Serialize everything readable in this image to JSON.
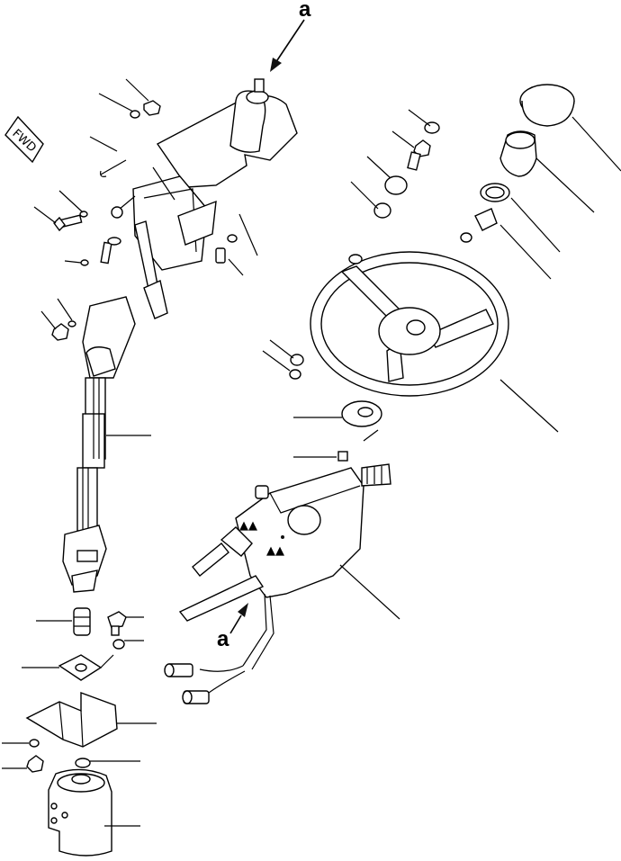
{
  "callouts": {
    "a_top": "a",
    "a_mid": "a"
  },
  "direction_tag": "FWD"
}
